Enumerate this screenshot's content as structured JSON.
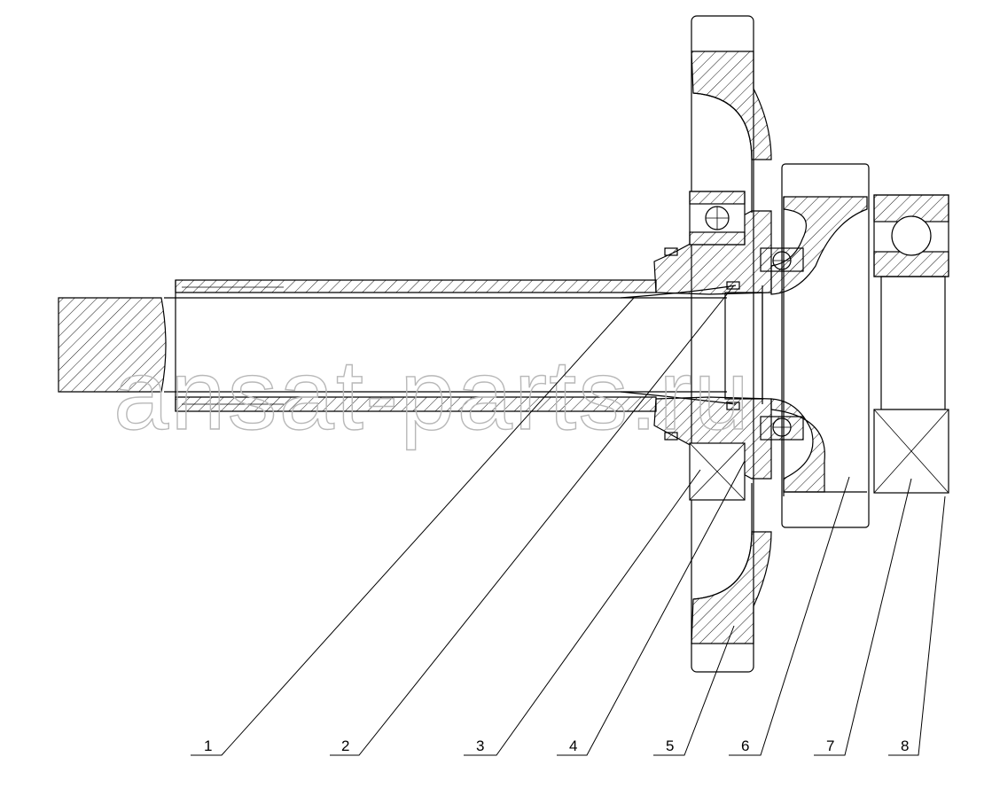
{
  "watermark": "ansat-parts.ru",
  "callouts": [
    {
      "label": "1"
    },
    {
      "label": "2"
    },
    {
      "label": "3"
    },
    {
      "label": "4"
    },
    {
      "label": "5"
    },
    {
      "label": "6"
    },
    {
      "label": "7"
    },
    {
      "label": "8"
    }
  ]
}
